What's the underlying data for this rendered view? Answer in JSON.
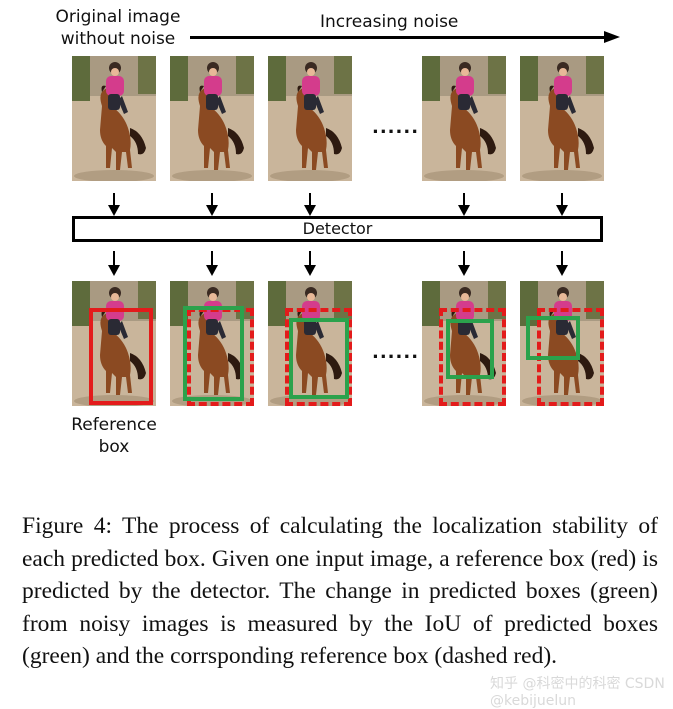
{
  "figure": {
    "original_label_line1": "Original image",
    "original_label_line2": "without noise",
    "noise_label": "Increasing noise",
    "detector_label": "Detector",
    "ellipsis": "......",
    "reference_label_line1": "Reference",
    "reference_label_line2": "box",
    "colors": {
      "reference_box": "#e31b1b",
      "predicted_box": "#2ba24c",
      "sand": "#c8b49a",
      "horse": "#8b4a22"
    },
    "predicted_boxes": [
      {
        "image": 1,
        "box": "reference (solid red)"
      },
      {
        "image": 2,
        "box": "green prediction with dashed red reference"
      },
      {
        "image": 3,
        "box": "green prediction with dashed red reference"
      },
      {
        "image": 4,
        "box": "green prediction with dashed red reference"
      },
      {
        "image": 5,
        "box": "green prediction with dashed red reference"
      }
    ]
  },
  "caption": {
    "text": "Figure 4: The process of calculating the localization stability of each predicted box. Given one input image, a reference box (red) is predicted by the detector. The change in predicted boxes (green) from noisy images is measured by the IoU of predicted boxes (green) and the corrsponding reference box (dashed red)."
  },
  "watermark": "知乎 @科密中的科密  CSDN @kebijuelun"
}
